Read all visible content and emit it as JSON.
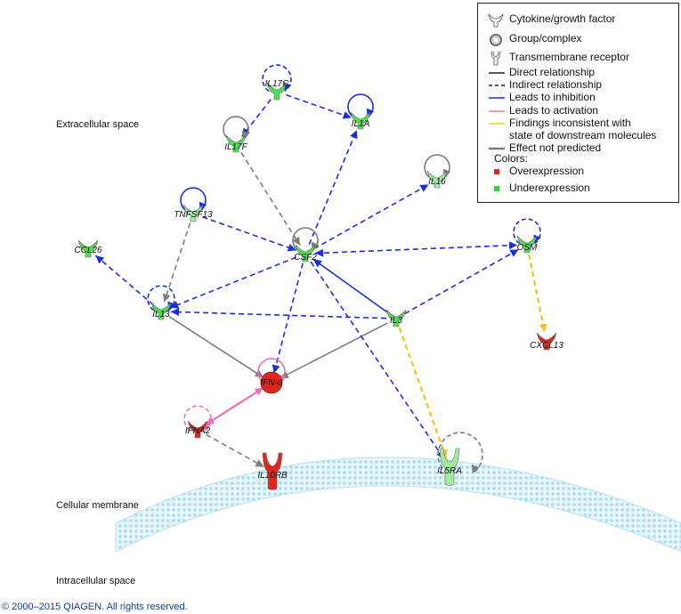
{
  "regions": {
    "extracellular": "Extracellular space",
    "membrane": "Cellular membrane",
    "intracellular": "Intracellular space"
  },
  "copyright": "© 2000–2015 QIAGEN. All rights reserved.",
  "legend": {
    "items": [
      {
        "symbol": "cytokine-icon",
        "label": "Cytokine/growth factor"
      },
      {
        "symbol": "group-icon",
        "label": "Group/complex"
      },
      {
        "symbol": "receptor-icon",
        "label": "Transmembrane receptor"
      },
      {
        "symbol": "line-solid",
        "label": "Direct relationship",
        "color": "#222222"
      },
      {
        "symbol": "line-dashed",
        "label": "Indirect relationship",
        "color": "#222222"
      },
      {
        "symbol": "line-inhibition",
        "label": "Leads to inhibition",
        "color": "#1a2fd6"
      },
      {
        "symbol": "line-activation",
        "label": "Leads to activation",
        "color": "#f06fb4"
      },
      {
        "symbol": "line-inconsistent",
        "label": "Findings inconsistent with",
        "color": "#f2d21c"
      },
      {
        "symbol": "none",
        "label": "state of downstream molecules"
      },
      {
        "symbol": "line-not-predicted",
        "label": "Effect not predicted",
        "color": "#7d7d7d"
      }
    ],
    "colors_title": "Colors:",
    "color_items": [
      {
        "label": "Overexpression",
        "color": "#e0261e"
      },
      {
        "label": "Underexpression",
        "color": "#2fd62f"
      }
    ]
  },
  "colors": {
    "inhibition": "#1a2fd6",
    "activation": "#f06fb4",
    "inconsistent": "#f2c21c",
    "not_predicted": "#7d7d7d",
    "over": "#e0261e",
    "under": "#4fe24f",
    "under_light": "#9fec9f",
    "membrane": "#a8dcef"
  },
  "nodes": [
    {
      "id": "IL17C",
      "label": "IL17C",
      "type": "cytokine",
      "expression": "under"
    },
    {
      "id": "IL17F",
      "label": "IL17F",
      "type": "cytokine",
      "expression": "under"
    },
    {
      "id": "IL1A",
      "label": "IL1A",
      "type": "cytokine",
      "expression": "under"
    },
    {
      "id": "IL16",
      "label": "IL16",
      "type": "cytokine",
      "expression": "under_light"
    },
    {
      "id": "TNFSF13",
      "label": "TNFSF13",
      "type": "cytokine",
      "expression": "under_light"
    },
    {
      "id": "CSF2",
      "label": "CSF2",
      "type": "cytokine",
      "expression": "under"
    },
    {
      "id": "OSM",
      "label": "OSM",
      "type": "cytokine",
      "expression": "under"
    },
    {
      "id": "CCL26",
      "label": "CCL26",
      "type": "cytokine",
      "expression": "under"
    },
    {
      "id": "IL13",
      "label": "IL13",
      "type": "cytokine",
      "expression": "under"
    },
    {
      "id": "IL3",
      "label": "IL3",
      "type": "cytokine",
      "expression": "under"
    },
    {
      "id": "CXCL13",
      "label": "CXCL13",
      "type": "cytokine",
      "expression": "over"
    },
    {
      "id": "IFNa",
      "label": "IFN-α",
      "type": "group",
      "expression": "over"
    },
    {
      "id": "IFNA2",
      "label": "IFNA2",
      "type": "cytokine",
      "expression": "over"
    },
    {
      "id": "IL10RB",
      "label": "IL10RB",
      "type": "receptor",
      "expression": "over"
    },
    {
      "id": "IL5RA",
      "label": "IL5RA",
      "type": "receptor",
      "expression": "under_light"
    }
  ],
  "edges": [
    {
      "from": "IL17C",
      "to": "IL17F",
      "kind": "inhibition",
      "style": "dashed"
    },
    {
      "from": "IL17C",
      "to": "IL1A",
      "kind": "inhibition",
      "style": "dashed"
    },
    {
      "from": "CSF2",
      "to": "IL1A",
      "kind": "inhibition",
      "style": "dashed"
    },
    {
      "from": "CSF2",
      "to": "IL16",
      "kind": "inhibition",
      "style": "dashed"
    },
    {
      "from": "IL17F",
      "to": "CSF2",
      "kind": "not_predicted",
      "style": "dashed"
    },
    {
      "from": "TNFSF13",
      "to": "CSF2",
      "kind": "inhibition",
      "style": "dashed"
    },
    {
      "from": "TNFSF13",
      "to": "IL13",
      "kind": "not_predicted",
      "style": "dashed"
    },
    {
      "from": "IL13",
      "to": "CCL26",
      "kind": "inhibition",
      "style": "dashed"
    },
    {
      "from": "CSF2",
      "to": "IL13",
      "kind": "inhibition",
      "style": "dashed"
    },
    {
      "from": "IL3",
      "to": "IL13",
      "kind": "inhibition",
      "style": "dashed"
    },
    {
      "from": "CSF2",
      "to": "OSM",
      "kind": "inhibition",
      "style": "dashed",
      "bidirectional": true
    },
    {
      "from": "IL3",
      "to": "OSM",
      "kind": "inhibition",
      "style": "dashed"
    },
    {
      "from": "IL3",
      "to": "CSF2",
      "kind": "inhibition",
      "style": "solid"
    },
    {
      "from": "OSM",
      "to": "CXCL13",
      "kind": "inconsistent",
      "style": "dashed"
    },
    {
      "from": "CSF2",
      "to": "IFNa",
      "kind": "inhibition",
      "style": "dashed"
    },
    {
      "from": "IL3",
      "to": "IFNa",
      "kind": "not_predicted",
      "style": "solid"
    },
    {
      "from": "IL13",
      "to": "IFNa",
      "kind": "not_predicted",
      "style": "solid"
    },
    {
      "from": "CSF2",
      "to": "IL5RA",
      "kind": "inhibition",
      "style": "dashed"
    },
    {
      "from": "IL3",
      "to": "IL5RA",
      "kind": "inconsistent",
      "style": "dashed"
    },
    {
      "from": "IFNA2",
      "to": "IFNa",
      "kind": "activation",
      "style": "solid",
      "bidirectional": true
    },
    {
      "from": "IFNA2",
      "to": "IL10RB",
      "kind": "not_predicted",
      "style": "dashed"
    }
  ],
  "self_loops": [
    {
      "node": "IL17C",
      "kind": "inhibition",
      "style": "dashed"
    },
    {
      "node": "IL17F",
      "kind": "not_predicted",
      "style": "solid"
    },
    {
      "node": "IL1A",
      "kind": "inhibition",
      "style": "solid"
    },
    {
      "node": "IL16",
      "kind": "not_predicted",
      "style": "solid"
    },
    {
      "node": "TNFSF13",
      "kind": "inhibition",
      "style": "solid"
    },
    {
      "node": "CSF2",
      "kind": "not_predicted",
      "style": "solid"
    },
    {
      "node": "OSM",
      "kind": "inhibition",
      "style": "dashed"
    },
    {
      "node": "IL13",
      "kind": "inhibition",
      "style": "dashed"
    },
    {
      "node": "IFNa",
      "kind": "activation",
      "style": "solid"
    },
    {
      "node": "IFNA2",
      "kind": "activation",
      "style": "dashed"
    },
    {
      "node": "IL5RA",
      "kind": "not_predicted",
      "style": "dashed"
    }
  ]
}
